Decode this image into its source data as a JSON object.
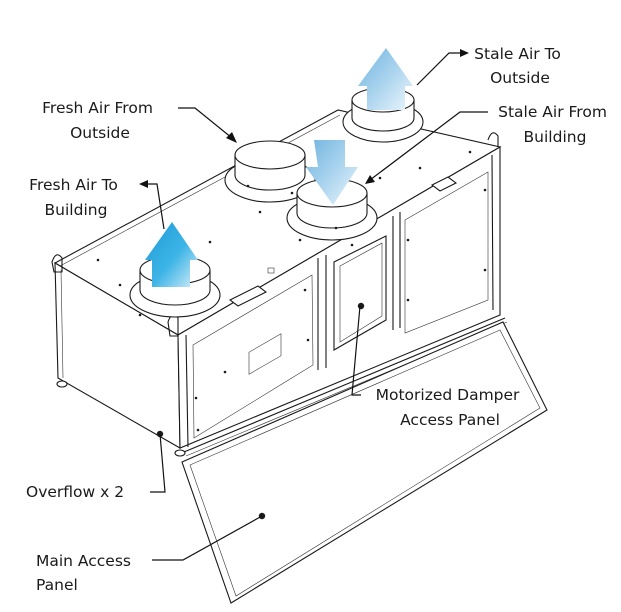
{
  "diagram": {
    "type": "equipment-callout-diagram",
    "subject": "air handling unit (ERV/HRV)",
    "labels": {
      "stale_air_to_outside": [
        "Stale Air To",
        "Outside"
      ],
      "fresh_air_from_outside": [
        "Fresh Air From",
        "Outside"
      ],
      "stale_air_from_building": [
        "Stale Air From",
        "Building"
      ],
      "fresh_air_to_building": [
        "Fresh Air To",
        "Building"
      ],
      "motorized_damper_access_panel": [
        "Motorized Damper",
        "Access Panel"
      ],
      "overflow": [
        "Overflow x 2"
      ],
      "main_access_panel": [
        "Main Access",
        "Panel"
      ]
    },
    "airflow_arrows": [
      {
        "name": "fresh-air-to-building-arrow",
        "direction": "up",
        "color": "#29a8df"
      },
      {
        "name": "stale-air-to-outside-arrow",
        "direction": "up",
        "color": "#8cc4e6"
      },
      {
        "name": "stale-air-from-building-arrow",
        "direction": "down",
        "color": "#8cc4e6"
      }
    ],
    "colors": {
      "line": "#1a1a1a",
      "background": "#ffffff",
      "arrow_bright": "#29a8df",
      "arrow_pale": "#a9d3ee"
    }
  }
}
